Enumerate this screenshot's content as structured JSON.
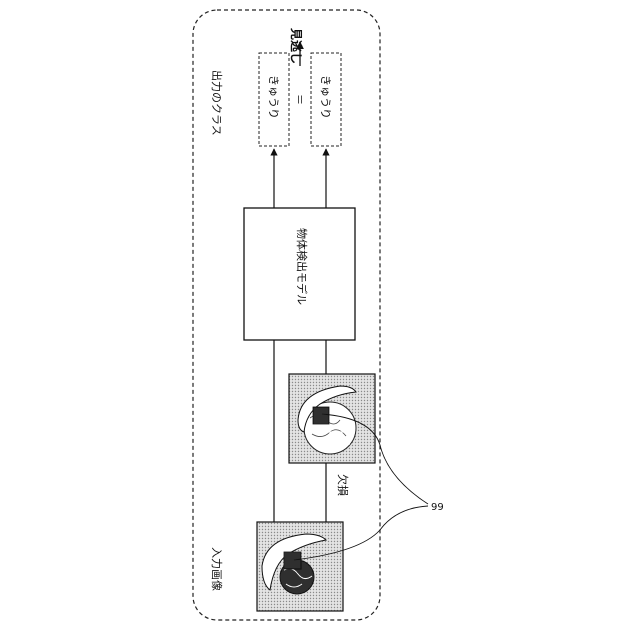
{
  "figure": {
    "output_class_label": "出力のクラス",
    "input_image_label": "入力画像",
    "model_label": "物体検出モデル",
    "class_box_1": "きゅうり",
    "class_box_2": "きゅうり",
    "equals_sign": "＝",
    "miss_label": "見逃し",
    "defect_label": "欠損",
    "reference_number": "99"
  }
}
